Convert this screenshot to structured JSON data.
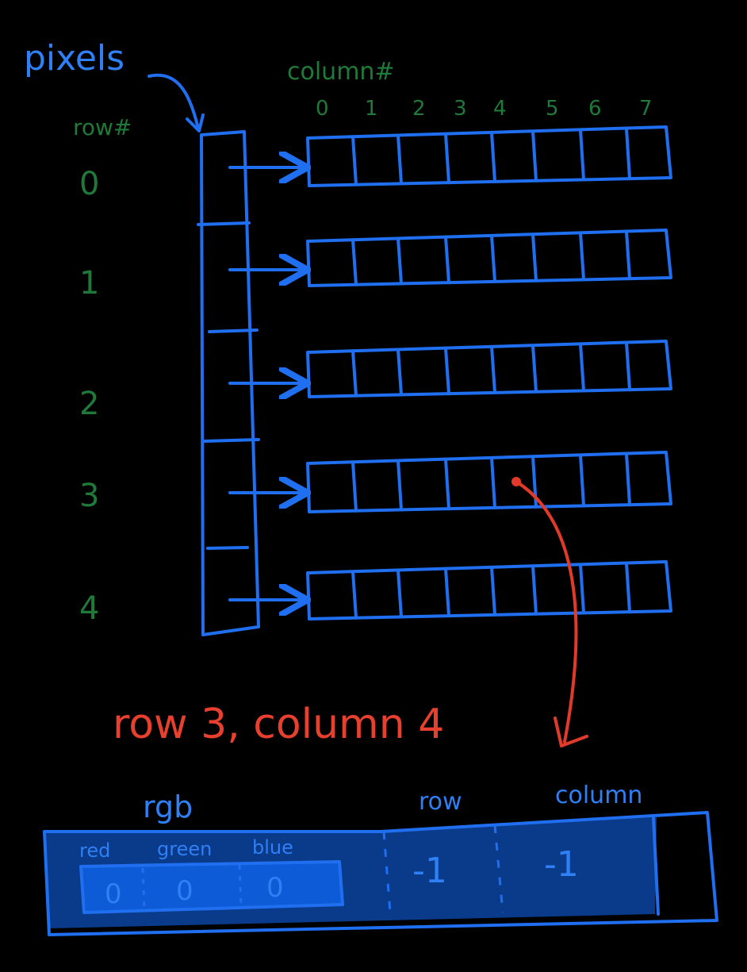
{
  "labels": {
    "pixels": "pixels",
    "column_header": "column#",
    "row_header": "row#",
    "selection": "row 3, column 4"
  },
  "column_numbers": [
    "0",
    "1",
    "2",
    "3",
    "4",
    "5",
    "6",
    "7"
  ],
  "row_numbers": [
    "0",
    "1",
    "2",
    "3",
    "4"
  ],
  "record": {
    "rgb_label": "rgb",
    "row_label": "row",
    "column_label": "column",
    "channels": [
      {
        "name": "red",
        "value": "0"
      },
      {
        "name": "green",
        "value": "0"
      },
      {
        "name": "blue",
        "value": "0"
      }
    ],
    "row_value": "-1",
    "column_value": "-1"
  },
  "colors": {
    "background": "#000000",
    "ink_blue": "#1f6ff0",
    "ink_green": "#1f7a3a",
    "ink_red": "#e23a2a",
    "fill_dark_blue": "#0a3a8a",
    "fill_mid_blue": "#0d5bd6"
  }
}
